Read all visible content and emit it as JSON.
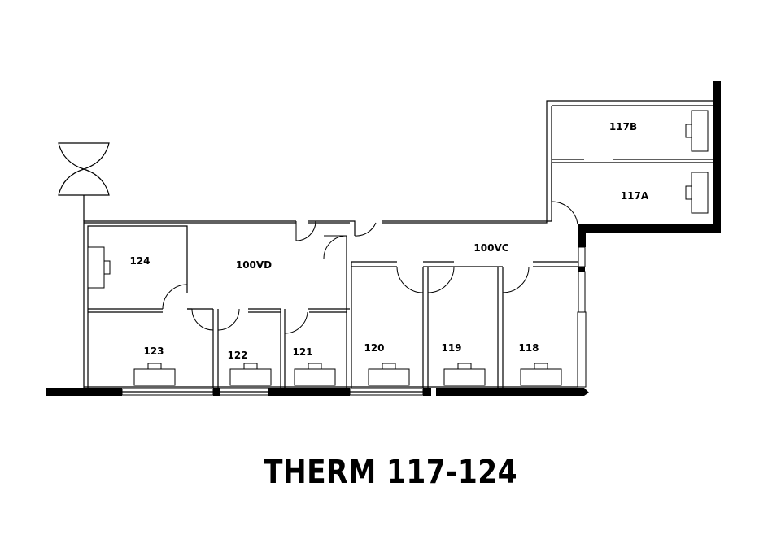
{
  "title": "THERM 117-124",
  "rooms": [
    {
      "id": "117B",
      "label": "117B"
    },
    {
      "id": "117A",
      "label": "117A"
    },
    {
      "id": "100VC",
      "label": "100VC"
    },
    {
      "id": "100VD",
      "label": "100VD"
    },
    {
      "id": "124",
      "label": "124"
    },
    {
      "id": "123",
      "label": "123"
    },
    {
      "id": "122",
      "label": "122"
    },
    {
      "id": "121",
      "label": "121"
    },
    {
      "id": "120",
      "label": "120"
    },
    {
      "id": "119",
      "label": "119"
    },
    {
      "id": "118",
      "label": "118"
    }
  ]
}
